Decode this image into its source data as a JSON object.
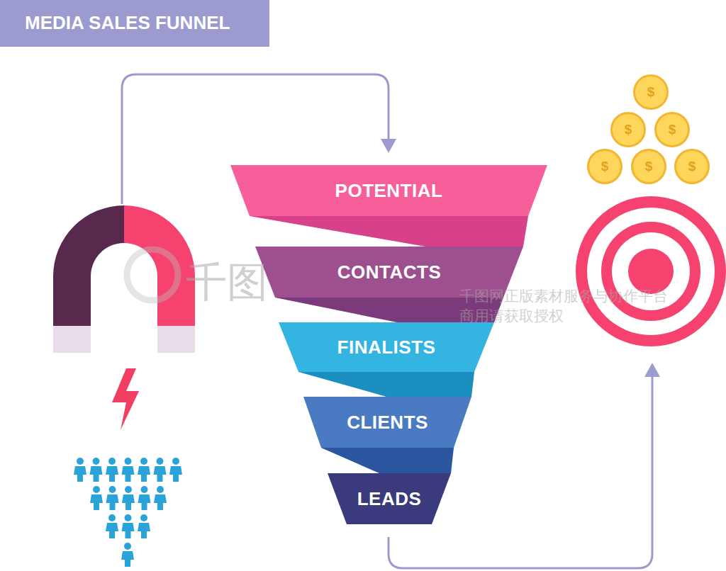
{
  "diagram": {
    "title": "MEDIA SALES FUNNEL",
    "nodes": [
      {
        "text": [
          "POTENTIAL"
        ]
      },
      {
        "text": [
          "CONTACTS"
        ]
      },
      {
        "text": [
          "FINALISTS"
        ]
      },
      {
        "text": [
          "CLIENTS"
        ]
      },
      {
        "text": [
          "LEADS"
        ]
      },
      {
        "text": [
          "$"
        ]
      },
      {
        "text": [
          "$"
        ]
      },
      {
        "text": [
          "$"
        ]
      },
      {
        "text": [
          "$"
        ]
      },
      {
        "text": [
          "$"
        ]
      },
      {
        "text": [
          "$"
        ]
      }
    ],
    "labels": [
      "千图",
      "千图网正版素材服务与协作平台",
      "商用请获取授权"
    ]
  }
}
